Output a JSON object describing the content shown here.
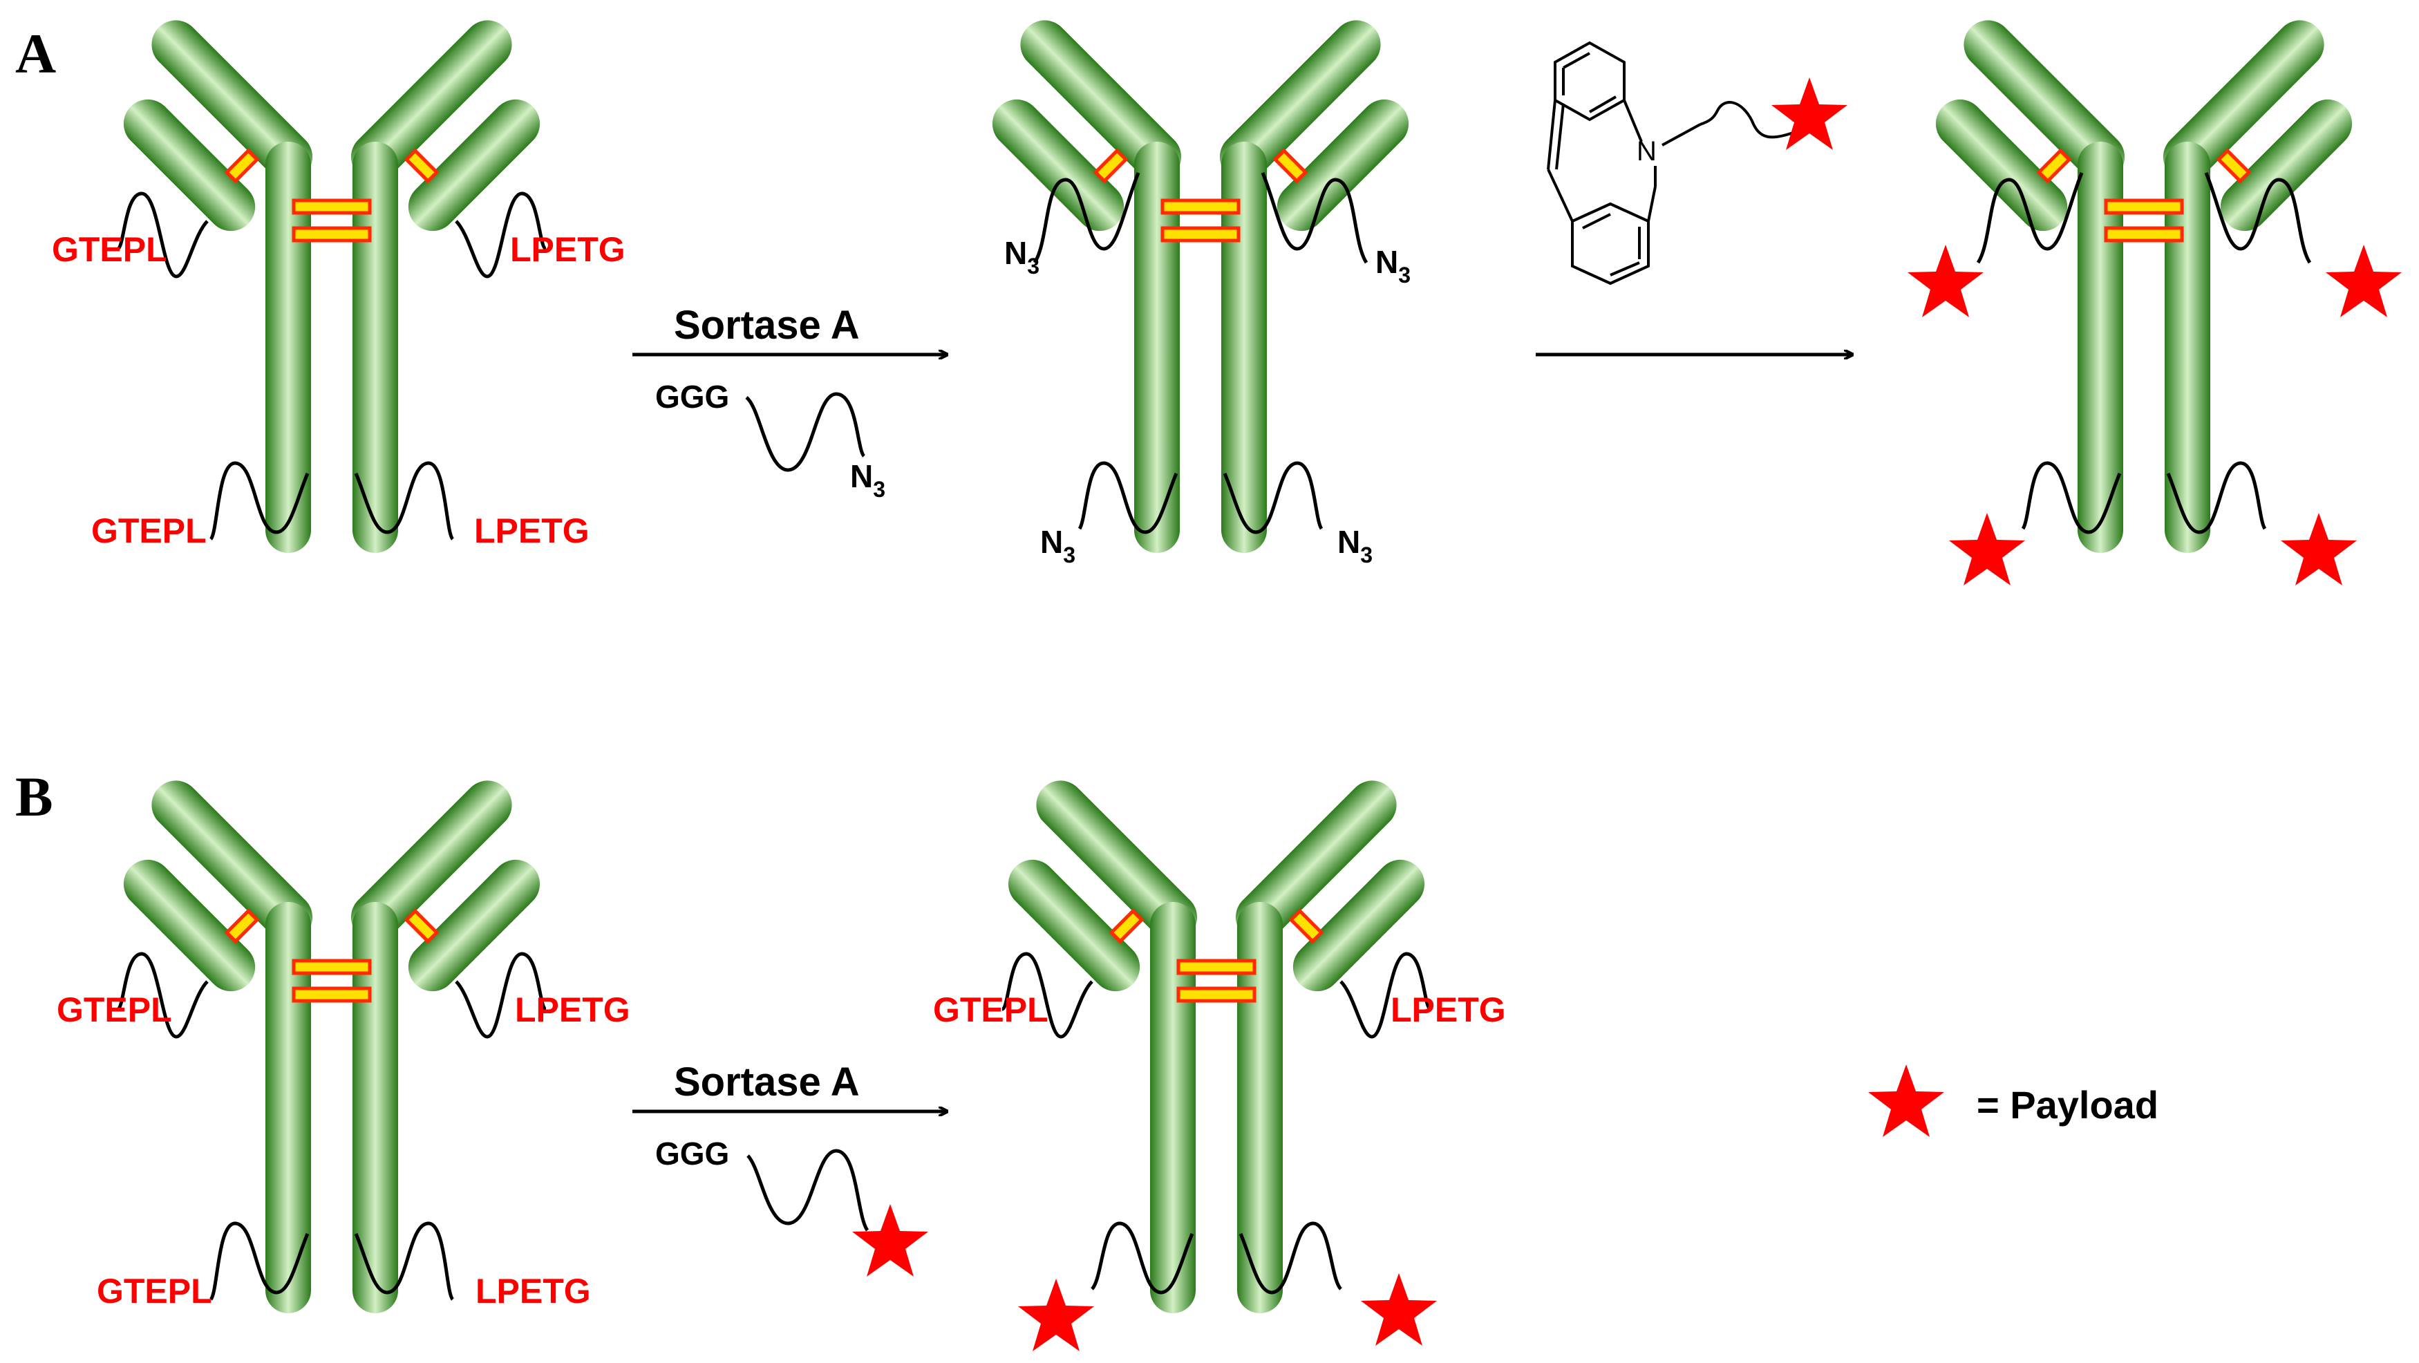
{
  "panels": {
    "a": {
      "label": "A",
      "seq_left": "GTEPL",
      "seq_right": "LPETG",
      "enzyme": "Sortase A",
      "nucleophile": "GGG",
      "azide": "N",
      "azide_sub": "3",
      "dbco_n": "N"
    },
    "b": {
      "label": "B",
      "seq_left": "GTEPL",
      "seq_right": "LPETG",
      "enzyme": "Sortase A",
      "nucleophile": "GGG"
    }
  },
  "legend": {
    "text": "= Payload",
    "icon": "star-icon"
  },
  "colors": {
    "antibody_dark": "#2e7d1f",
    "antibody_light": "#c9ecb8",
    "disulfide_outer": "#ff2a00",
    "disulfide_inner": "#ffe100",
    "sequence": "#ff0000",
    "payload": "#ff0000"
  }
}
